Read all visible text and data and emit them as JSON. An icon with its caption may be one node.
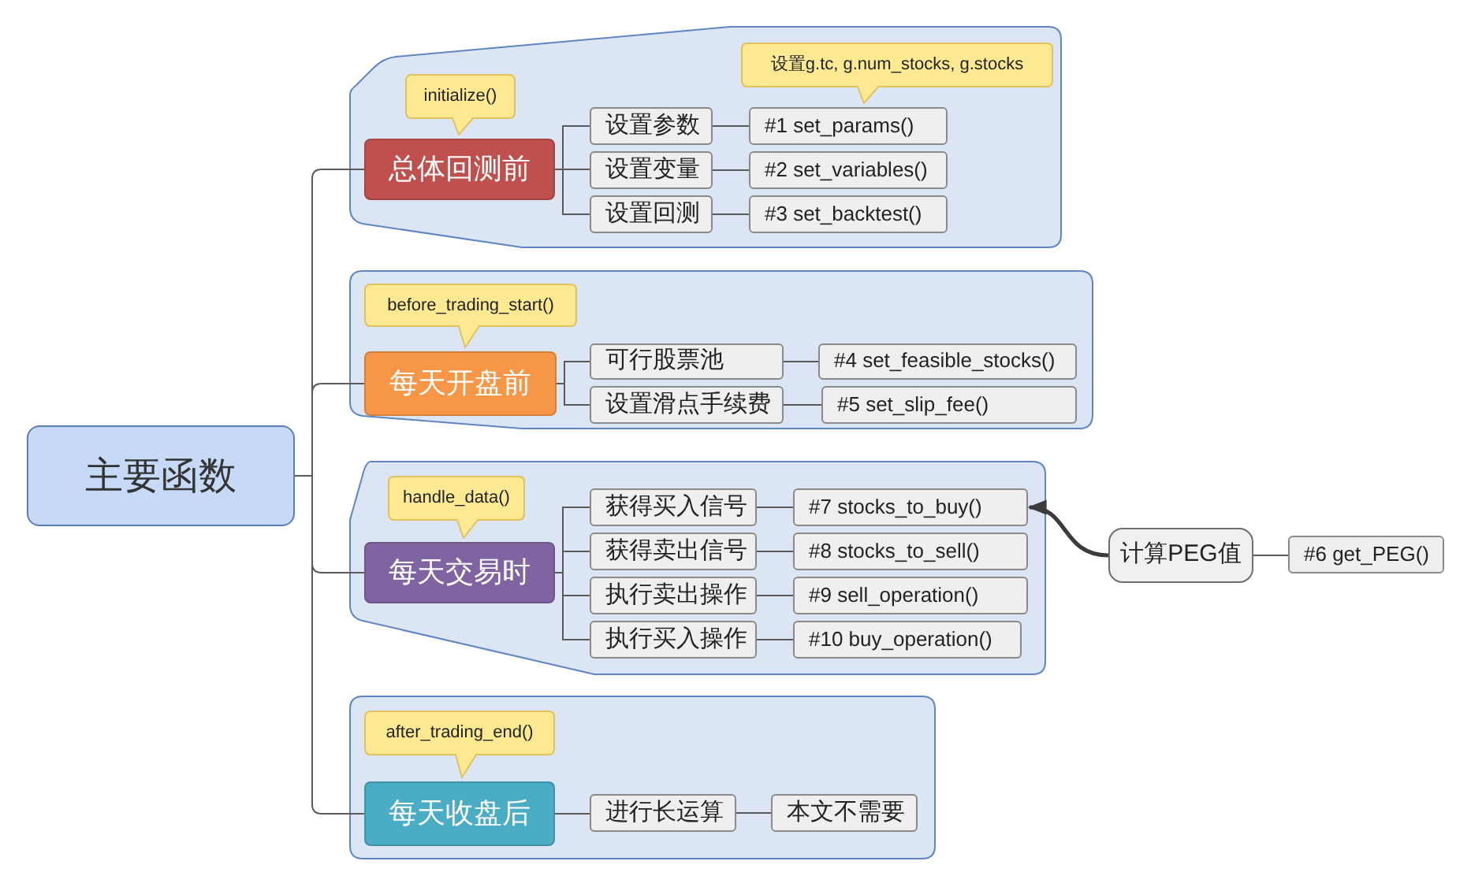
{
  "diagram": {
    "nodes": [
      {
        "text": [
          "主要函数"
        ]
      },
      {
        "text": [],
        "shape": "box"
      },
      {
        "text": [
          "initialize()"
        ],
        "in": 1
      },
      {
        "text": [
          "总体回测前"
        ],
        "in": 1
      },
      {
        "text": [
          "设置g.tc, g.num_stocks, g.stocks"
        ],
        "in": 1
      },
      {
        "text": [
          "设置参数"
        ],
        "in": 1
      },
      {
        "text": [
          "#1 set_params()"
        ],
        "in": 1
      },
      {
        "text": [
          "设置变量"
        ],
        "in": 1
      },
      {
        "text": [
          "#2 set_variables()"
        ],
        "in": 1
      },
      {
        "text": [
          "设置回测"
        ],
        "in": 1
      },
      {
        "text": [
          "#3 set_backtest()"
        ],
        "in": 1
      },
      {
        "text": [],
        "shape": "box"
      },
      {
        "text": [
          "before_trading_start()"
        ],
        "in": 11
      },
      {
        "text": [
          "每天开盘前"
        ],
        "in": 11
      },
      {
        "text": [
          "可行股票池"
        ],
        "in": 11
      },
      {
        "text": [
          "#4 set_feasible_stocks()"
        ],
        "in": 11
      },
      {
        "text": [
          "设置滑点手续费"
        ],
        "in": 11
      },
      {
        "text": [
          "#5 set_slip_fee()"
        ],
        "in": 11
      },
      {
        "text": [],
        "shape": "box"
      },
      {
        "text": [
          "handle_data()"
        ],
        "in": 18
      },
      {
        "text": [
          "每天交易时"
        ],
        "in": 18
      },
      {
        "text": [
          "获得买入信号"
        ],
        "in": 18
      },
      {
        "text": [
          "#7 stocks_to_buy()"
        ],
        "in": 18
      },
      {
        "text": [
          "获得卖出信号"
        ],
        "in": 18
      },
      {
        "text": [
          "#8 stocks_to_sell()"
        ],
        "in": 18
      },
      {
        "text": [
          "执行卖出操作"
        ],
        "in": 18
      },
      {
        "text": [
          "#9 sell_operation()"
        ],
        "in": 18
      },
      {
        "text": [
          "执行买入操作"
        ],
        "in": 18
      },
      {
        "text": [
          "#10 buy_operation()"
        ],
        "in": 18
      },
      {
        "text": [
          "计算PEG值"
        ]
      },
      {
        "text": [
          "#6 get_PEG()"
        ]
      },
      {
        "text": [],
        "shape": "box"
      },
      {
        "text": [
          "after_trading_end()"
        ],
        "in": 31
      },
      {
        "text": [
          "每天收盘后"
        ],
        "in": 31
      },
      {
        "text": [
          "进行长运算"
        ],
        "in": 31
      },
      {
        "text": [
          "本文不需要"
        ],
        "in": 31
      }
    ],
    "edges": [
      {
        "from": 0,
        "to": 3,
        "arrow": "none"
      },
      {
        "from": 0,
        "to": 13,
        "arrow": "none"
      },
      {
        "from": 0,
        "to": 20,
        "arrow": "none"
      },
      {
        "from": 0,
        "to": 33,
        "arrow": "none"
      },
      {
        "from": 3,
        "to": 5,
        "arrow": "none"
      },
      {
        "from": 3,
        "to": 7,
        "arrow": "none"
      },
      {
        "from": 3,
        "to": 9,
        "arrow": "none"
      },
      {
        "from": 5,
        "to": 6,
        "arrow": "none"
      },
      {
        "from": 7,
        "to": 8,
        "arrow": "none"
      },
      {
        "from": 9,
        "to": 10,
        "arrow": "none"
      },
      {
        "from": 13,
        "to": 14,
        "arrow": "none"
      },
      {
        "from": 13,
        "to": 16,
        "arrow": "none"
      },
      {
        "from": 14,
        "to": 15,
        "arrow": "none"
      },
      {
        "from": 16,
        "to": 17,
        "arrow": "none"
      },
      {
        "from": 20,
        "to": 21,
        "arrow": "none"
      },
      {
        "from": 20,
        "to": 23,
        "arrow": "none"
      },
      {
        "from": 20,
        "to": 25,
        "arrow": "none"
      },
      {
        "from": 20,
        "to": 27,
        "arrow": "none"
      },
      {
        "from": 21,
        "to": 22,
        "arrow": "none"
      },
      {
        "from": 23,
        "to": 24,
        "arrow": "none"
      },
      {
        "from": 25,
        "to": 26,
        "arrow": "none"
      },
      {
        "from": 27,
        "to": 28,
        "arrow": "none"
      },
      {
        "from": 29,
        "to": 22,
        "arrow": "to",
        "style": "thick"
      },
      {
        "from": 29,
        "to": 30,
        "arrow": "none"
      },
      {
        "from": 33,
        "to": 34,
        "arrow": "none"
      },
      {
        "from": 34,
        "to": 35,
        "arrow": "none"
      }
    ]
  }
}
